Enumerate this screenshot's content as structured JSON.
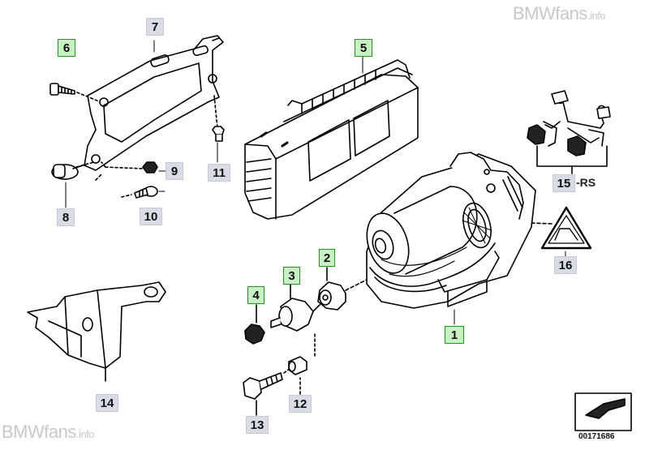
{
  "watermark": {
    "top_brand": "BMWfans",
    "top_suffix": ".info",
    "bottom_brand": "BMWfans",
    "bottom_suffix": ".info"
  },
  "callouts": [
    {
      "id": "1",
      "highlighted": true
    },
    {
      "id": "2",
      "highlighted": true
    },
    {
      "id": "3",
      "highlighted": true
    },
    {
      "id": "4",
      "highlighted": true
    },
    {
      "id": "5",
      "highlighted": true
    },
    {
      "id": "6",
      "highlighted": true
    },
    {
      "id": "7",
      "highlighted": false
    },
    {
      "id": "8",
      "highlighted": false
    },
    {
      "id": "9",
      "highlighted": false
    },
    {
      "id": "10",
      "highlighted": false
    },
    {
      "id": "11",
      "highlighted": false
    },
    {
      "id": "12",
      "highlighted": false
    },
    {
      "id": "13",
      "highlighted": false
    },
    {
      "id": "14",
      "highlighted": false
    },
    {
      "id": "15",
      "highlighted": false
    },
    {
      "id": "16",
      "highlighted": false
    }
  ],
  "callout_15_suffix": "-RS",
  "diagram_ref": "00171686",
  "colors": {
    "highlight_fill": "#c9f0c4",
    "highlight_border": "#1e9a1e",
    "label_fill": "#d9dce4",
    "line": "#000000"
  }
}
